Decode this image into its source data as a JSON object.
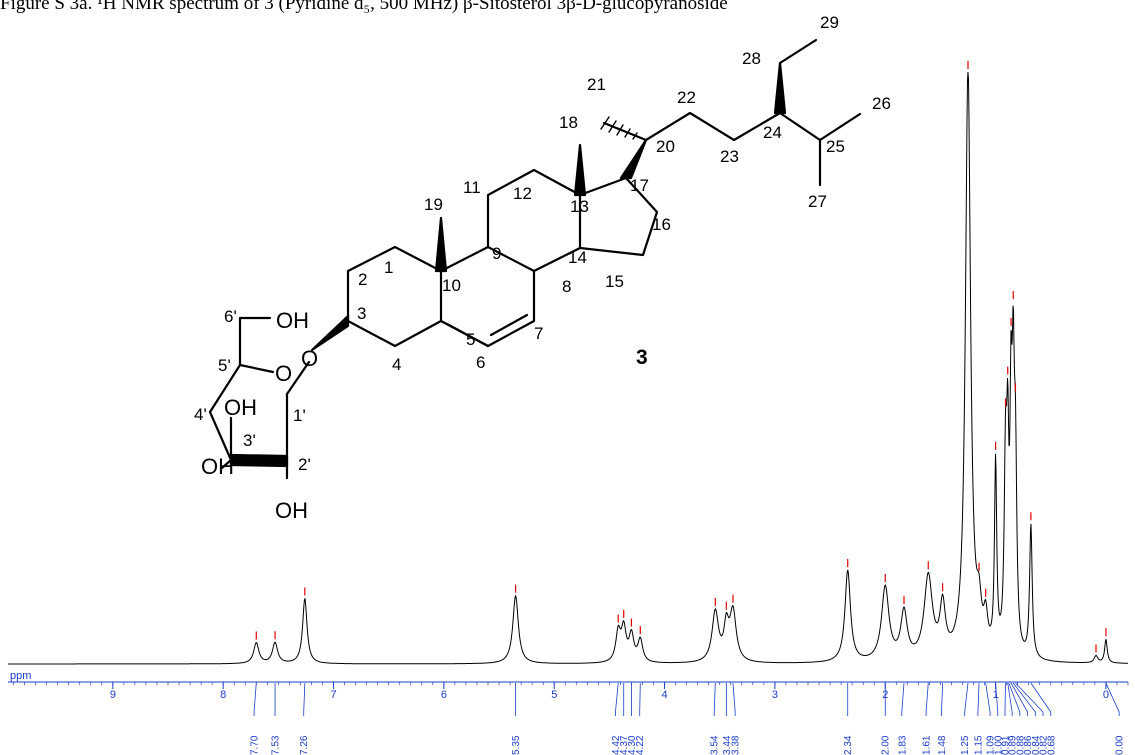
{
  "caption": "Figure S 3a. ¹H NMR spectrum of 3 (Pyridine d₅, 500 MHz) β-Sitosterol 3β-D-glucopyranoside",
  "compound_number": "3",
  "structure": {
    "atom_labels": [
      "1",
      "2",
      "3",
      "4",
      "5",
      "6",
      "7",
      "8",
      "9",
      "10",
      "11",
      "12",
      "13",
      "14",
      "15",
      "16",
      "17",
      "18",
      "19",
      "20",
      "21",
      "22",
      "23",
      "24",
      "25",
      "26",
      "27",
      "28",
      "29",
      "1'",
      "2'",
      "3'",
      "4'",
      "5'",
      "6'"
    ],
    "groups": [
      "OH",
      "OH",
      "OH",
      "OH",
      "O",
      "O"
    ]
  },
  "chart_data": {
    "type": "line",
    "title": "",
    "xlabel": "",
    "ylabel": "",
    "x_reversed": true,
    "xlim": [
      9.95,
      -0.2
    ],
    "ylim": [
      0,
      100
    ],
    "x_ticks": [
      9,
      8,
      7,
      6,
      5,
      4,
      3,
      2,
      1,
      0
    ],
    "x_tick_labels": [
      "9",
      "8",
      "7",
      "6",
      "5",
      "4",
      "3",
      "2",
      "1",
      "0"
    ],
    "axis_unit_label": "ppm",
    "peak_labels": [
      "7.70",
      "7.53",
      "7.26",
      "5.35",
      "4.42",
      "4.37",
      "4.30",
      "4.22",
      "3.54",
      "3.44",
      "3.38",
      "2.34",
      "2.00",
      "1.83",
      "1.61",
      "1.48",
      "1.25",
      "1.15",
      "1.09",
      "1.00",
      "0.91",
      "0.89",
      "0.88",
      "0.86",
      "0.84",
      "0.82",
      "0.68",
      "0.00"
    ],
    "series": [
      {
        "peaks": [
          {
            "x": 7.7,
            "h": 3.5,
            "w": 0.028
          },
          {
            "x": 7.53,
            "h": 3.5,
            "w": 0.028
          },
          {
            "x": 7.26,
            "h": 11.0,
            "w": 0.024
          },
          {
            "x": 5.35,
            "h": 11.5,
            "w": 0.03
          },
          {
            "x": 4.42,
            "h": 5.0,
            "w": 0.026
          },
          {
            "x": 4.37,
            "h": 5.5,
            "w": 0.026
          },
          {
            "x": 4.3,
            "h": 4.5,
            "w": 0.026
          },
          {
            "x": 4.22,
            "h": 3.8,
            "w": 0.026
          },
          {
            "x": 3.54,
            "h": 8.5,
            "w": 0.035
          },
          {
            "x": 3.44,
            "h": 5.5,
            "w": 0.026
          },
          {
            "x": 3.38,
            "h": 8.5,
            "w": 0.035
          },
          {
            "x": 2.34,
            "h": 15.5,
            "w": 0.03
          },
          {
            "x": 2.0,
            "h": 12.5,
            "w": 0.04
          },
          {
            "x": 1.83,
            "h": 8.0,
            "w": 0.035
          },
          {
            "x": 1.61,
            "h": 14.0,
            "w": 0.045
          },
          {
            "x": 1.48,
            "h": 8.5,
            "w": 0.03
          },
          {
            "x": 1.25,
            "h": 100.0,
            "w": 0.028
          },
          {
            "x": 1.15,
            "h": 6.5,
            "w": 0.026
          },
          {
            "x": 1.09,
            "h": 5.5,
            "w": 0.022
          },
          {
            "x": 1.0,
            "h": 32.0,
            "w": 0.012
          },
          {
            "x": 0.91,
            "h": 30.0,
            "w": 0.014
          },
          {
            "x": 0.89,
            "h": 29.0,
            "w": 0.012
          },
          {
            "x": 0.86,
            "h": 36.0,
            "w": 0.012
          },
          {
            "x": 0.84,
            "h": 38.0,
            "w": 0.012
          },
          {
            "x": 0.82,
            "h": 30.0,
            "w": 0.014
          },
          {
            "x": 0.68,
            "h": 22.5,
            "w": 0.014
          },
          {
            "x": 0.09,
            "h": 1.2,
            "w": 0.02
          },
          {
            "x": 0.0,
            "h": 4.0,
            "w": 0.014
          }
        ]
      }
    ],
    "colors": {
      "trace": "#000000",
      "peak_marker": "#e00000",
      "axis": "#1a3ccc"
    }
  }
}
